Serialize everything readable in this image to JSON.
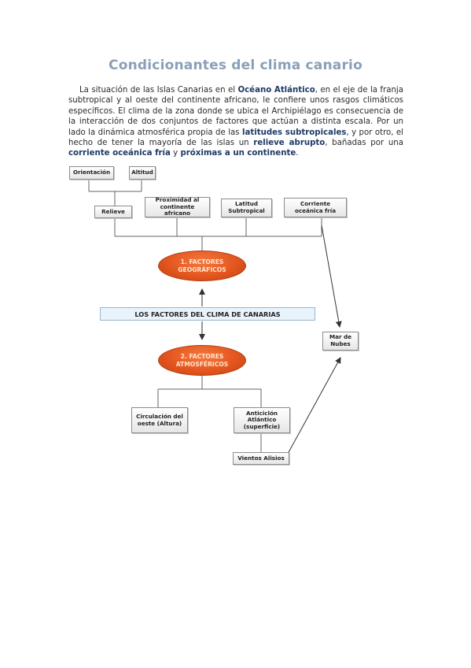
{
  "title": "Condicionantes del clima canario",
  "intro": {
    "t1": "La situación de las Islas Canarias en el ",
    "b1": "Océano Atlántico",
    "t2": ", en el eje de la franja subtropical y al oeste del continente africano, le confiere unos rasgos climáticos específicos. El clima de la zona donde se ubica el Archipiélago es consecuencia de la interacción de dos conjuntos de factores que actúan a distinta escala. Por un lado la dinámica atmosférica propia de las ",
    "b2": "latitudes subtropicales",
    "t3": ", y por otro, el hecho de tener la mayoría de las islas un ",
    "b3": "relieve abrupto",
    "t4": ", bañadas por una ",
    "b4": "corriente oceánica fría",
    "t5": " y ",
    "b5": "próximas a un continente",
    "t6": "."
  },
  "diagram": {
    "orientacion": "Orientación",
    "altitud": "Altitud",
    "relieve": "Relieve",
    "proximidad": "Proximidad al continente africano",
    "latitud": "Latitud Subtropical",
    "corriente": "Corriente oceánica fría",
    "geograficos": "1. FACTORES GEOGRÁFICOS",
    "banner": "LOS FACTORES DEL CLIMA DE CANARIAS",
    "atmosfericos": "2. FACTORES ATMOSFÉRICOS",
    "mar_nubes": "Mar de Nubes",
    "circulacion": "Circulación del oeste (Altura)",
    "anticiclon": "Anticiclón Atlántico (superficie)",
    "alisios": "Vientos Alisios"
  },
  "colors": {
    "title": "#8aa0b8",
    "bold_text": "#1f3a66",
    "oval": "#e4561f",
    "banner_bg": "#e9f3fb"
  }
}
